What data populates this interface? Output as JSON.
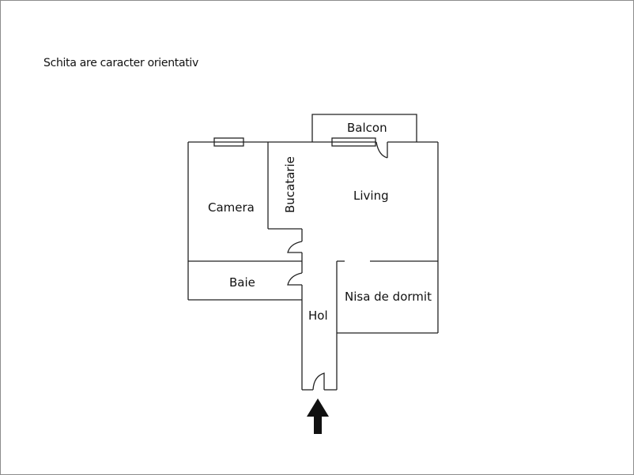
{
  "note": "Schita are caracter orientativ",
  "rooms": {
    "balcon": "Balcon",
    "bucatarie": "Bucatarie",
    "living": "Living",
    "camera": "Camera",
    "baie": "Baie",
    "hol": "Hol",
    "nisa": "Nisa de dormit"
  },
  "colors": {
    "wall": "#222222",
    "arrow": "#111111",
    "border": "#8c8c8c"
  }
}
